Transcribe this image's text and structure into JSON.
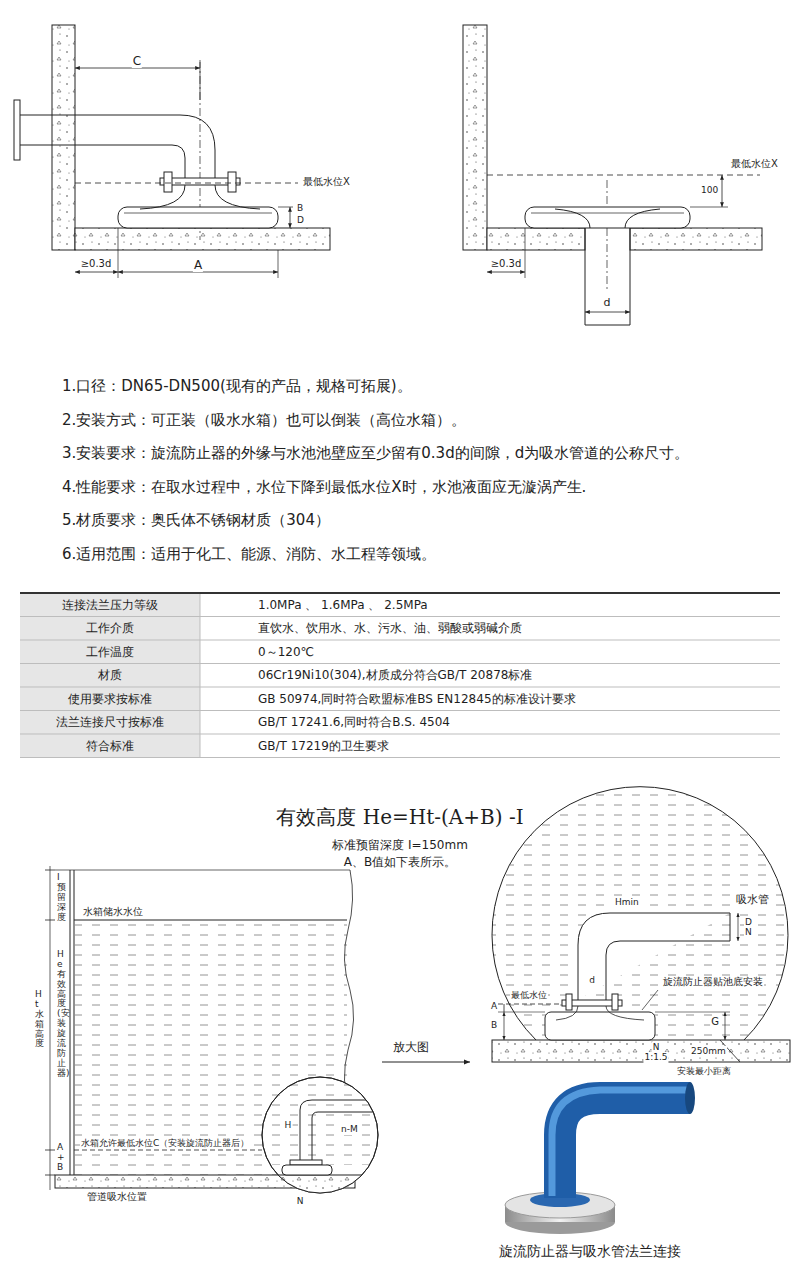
{
  "diagram": {
    "title": "有效高度 He=Ht-(A+B) -I",
    "caption": "旋流防止器与吸水管法兰连接",
    "labels": [
      "C",
      "最低水位X",
      "B",
      "D",
      "≥0.3d",
      "A",
      "最低水位X",
      "100",
      "≥0.3d",
      "d",
      "1.口径：DN65-DN500(现有的产品，规格可拓展)。",
      "2.安装方式：可正装（吸水水箱）也可以倒装（高位水箱）。",
      "3.安装要求：旋流防止器的外缘与水池池壁应至少留有0.3d的间隙，d为吸水管道的公称尺寸。",
      "4.性能要求：在取水过程中，水位下降到最低水位X时，水池液面应无漩涡产生.",
      "5.材质要求：奥氏体不锈钢材质（304）",
      "6.适用范围：适用于化工、能源、消防、水工程等领域。",
      "连接法兰压力等级",
      "1.0MPa 、 1.6MPa 、 2.5MPa",
      "工作介质",
      "直饮水、饮用水、水、污水、油、弱酸或弱碱介质",
      "工作温度",
      "0～120℃",
      "材质",
      "06Cr19Ni10(304),材质成分符合GB/T 20878标准",
      "使用要求按标准",
      "GB 50974,同时符合欧盟标准BS EN12845的标准设计要求",
      "法兰连接尺寸按标准",
      "GB/T 17241.6,同时符合B.S. 4504",
      "符合标准",
      "GB/T 17219的卫生要求",
      "标准预留深度 I=150mm",
      "A、B值如下表所示。",
      "I预留深度",
      "水箱储水水位",
      "Ht水箱高度",
      "He有效高度(安装旋流防止器)",
      "A+B",
      "水箱允许最低水位C（安装旋流防止器后）",
      "管道吸水位置",
      "H",
      "n-M",
      "N",
      "放大图",
      "Hmin",
      "吸水管",
      "DN",
      "最低水位",
      "d",
      "旋流防止器贴池底安装",
      "A",
      "B",
      "G",
      "N",
      "1:1.5",
      "250mm",
      "安装最小距离"
    ]
  }
}
